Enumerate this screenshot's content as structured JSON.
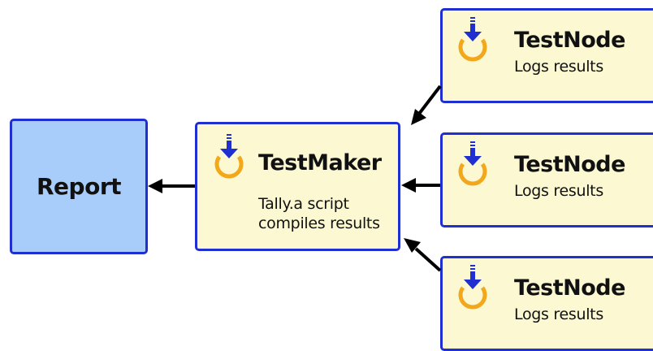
{
  "report": {
    "label": "Report"
  },
  "testmaker": {
    "title": "TestMaker",
    "line1": "Tally.a script",
    "line2": "compiles results",
    "icon": "download-power-icon"
  },
  "testnodes": [
    {
      "title": "TestNode",
      "subtitle": "Logs results",
      "icon": "download-power-icon"
    },
    {
      "title": "TestNode",
      "subtitle": "Logs results",
      "icon": "download-power-icon"
    },
    {
      "title": "TestNode",
      "subtitle": "Logs results",
      "icon": "download-power-icon"
    }
  ],
  "colors": {
    "border": "#1f2fd0",
    "report_fill": "#a9cdfb",
    "node_fill": "#fbf8d2",
    "icon_arrow": "#1f2fd0",
    "icon_ring": "#f3a71b",
    "connector": "#000000"
  }
}
